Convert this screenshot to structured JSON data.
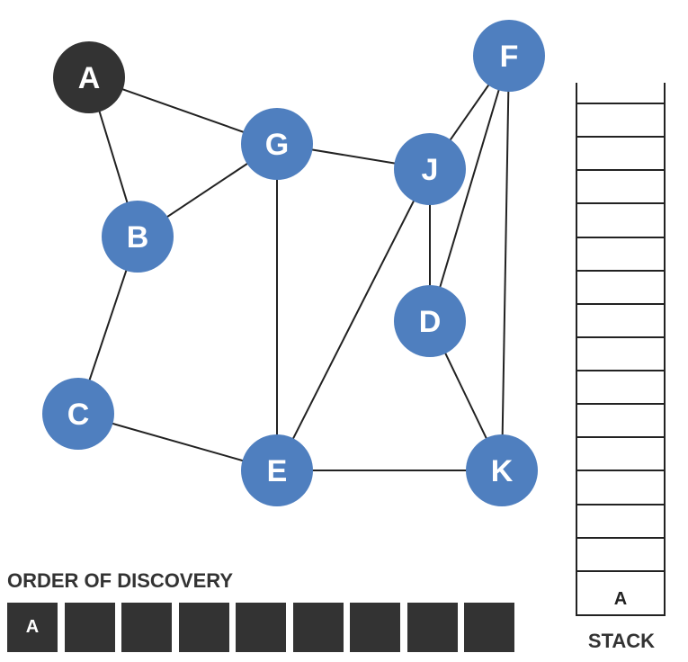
{
  "graph": {
    "nodes": [
      {
        "id": "A",
        "label": "A",
        "visited": true
      },
      {
        "id": "G",
        "label": "G",
        "visited": false
      },
      {
        "id": "B",
        "label": "B",
        "visited": false
      },
      {
        "id": "C",
        "label": "C",
        "visited": false
      },
      {
        "id": "E",
        "label": "E",
        "visited": false
      },
      {
        "id": "J",
        "label": "J",
        "visited": false
      },
      {
        "id": "D",
        "label": "D",
        "visited": false
      },
      {
        "id": "F",
        "label": "F",
        "visited": false
      },
      {
        "id": "K",
        "label": "K",
        "visited": false
      }
    ],
    "edges": [
      [
        "A",
        "G"
      ],
      [
        "A",
        "B"
      ],
      [
        "B",
        "G"
      ],
      [
        "B",
        "C"
      ],
      [
        "C",
        "E"
      ],
      [
        "G",
        "E"
      ],
      [
        "G",
        "J"
      ],
      [
        "J",
        "E"
      ],
      [
        "J",
        "D"
      ],
      [
        "J",
        "F"
      ],
      [
        "F",
        "D"
      ],
      [
        "F",
        "K"
      ],
      [
        "D",
        "K"
      ],
      [
        "E",
        "K"
      ]
    ],
    "colors": {
      "visited": "#333333",
      "unvisited": "#4f7fbf",
      "edge": "#222222",
      "label": "#ffffff"
    }
  },
  "stack": {
    "title": "STACK",
    "slot_count": 16,
    "items": [
      "A"
    ]
  },
  "order": {
    "title": "ORDER OF DISCOVERY",
    "slot_count": 9,
    "items": [
      "A"
    ]
  }
}
